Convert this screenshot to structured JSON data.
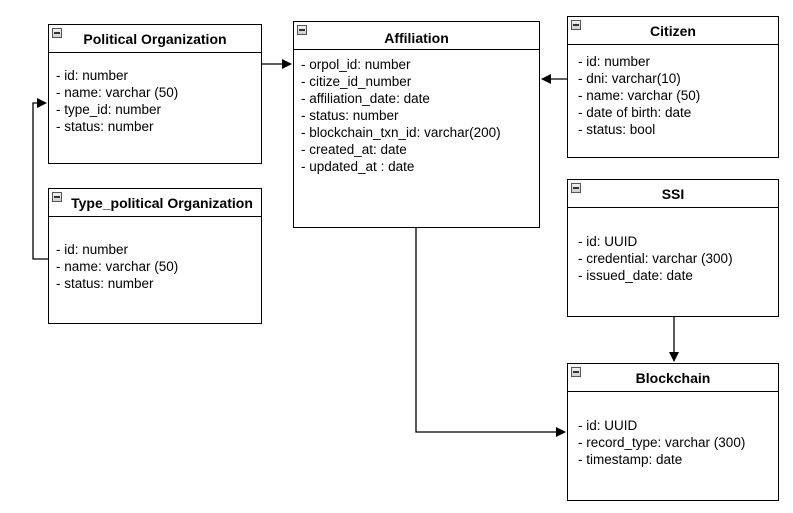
{
  "entities": {
    "political": {
      "title": "Political Organization",
      "fields": [
        "- id: number",
        "- name: varchar (50)",
        "- type_id: number",
        "- status: number"
      ]
    },
    "typepol": {
      "title": "Type_political Organization",
      "fields": [
        "- id: number",
        "- name: varchar (50)",
        "- status: number"
      ]
    },
    "affiliation": {
      "title": "Affiliation",
      "fields": [
        "- orpol_id: number",
        "- citize_id_number",
        "- affiliation_date: date",
        "- status: number",
        "- blockchain_txn_id: varchar(200)",
        "- created_at: date",
        "- updated_at : date"
      ]
    },
    "citizen": {
      "title": "Citizen",
      "fields": [
        "- id: number",
        "- dni: varchar(10)",
        "- name: varchar (50)",
        "- date of birth: date",
        "- status: bool"
      ]
    },
    "ssi": {
      "title": "SSI",
      "fields": [
        "- id: UUID",
        "- credential: varchar (300)",
        "- issued_date: date"
      ]
    },
    "blockchain": {
      "title": "Blockchain",
      "fields": [
        "- id: UUID",
        "- record_type: varchar (300)",
        "- timestamp: date"
      ]
    }
  }
}
